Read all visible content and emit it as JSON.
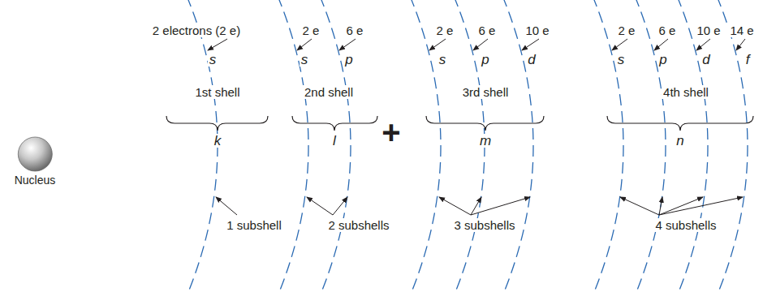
{
  "diagram": {
    "nodes": [
      {
        "text": [
          "Nucleus"
        ]
      }
    ],
    "labels": [
      "2 electrons (2 e)",
      "s",
      "2 e",
      "s",
      "6 e",
      "p",
      "2 e",
      "s",
      "6 e",
      "p",
      "10 e",
      "d",
      "2 e",
      "s",
      "6 e",
      "p",
      "10 e",
      "d",
      "14 e",
      "f",
      "1st shell",
      "2nd shell",
      "3rd shell",
      "4th shell",
      "k",
      "l",
      "+",
      "m",
      "n",
      "1 subshell",
      "2 subshells",
      "3 subshells",
      "4 subshells"
    ]
  }
}
